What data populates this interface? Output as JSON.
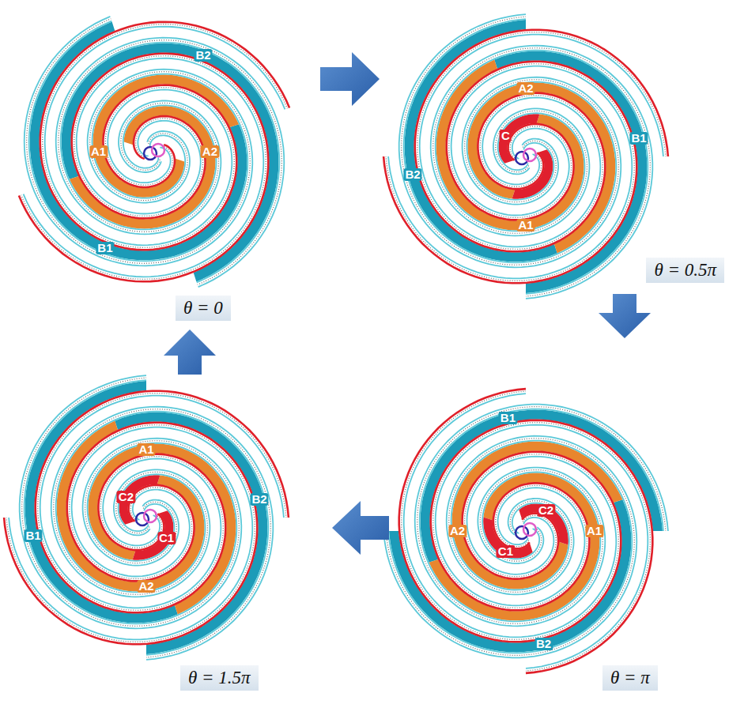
{
  "diagram": {
    "nodes": [
      {
        "text": [
          "θ = 0"
        ]
      },
      {
        "text": [
          "θ = 0.5π"
        ]
      },
      {
        "text": [
          "θ = π"
        ]
      },
      {
        "text": [
          "θ = 1.5π"
        ]
      }
    ],
    "labels": [
      "A1",
      "A2",
      "B1",
      "B2",
      "B2",
      "A2",
      "C",
      "A1",
      "B1",
      "B1",
      "B2",
      "A2",
      "A1",
      "C2",
      "C1",
      "B1",
      "A1",
      "C2",
      "C1",
      "A2",
      "B2"
    ]
  }
}
